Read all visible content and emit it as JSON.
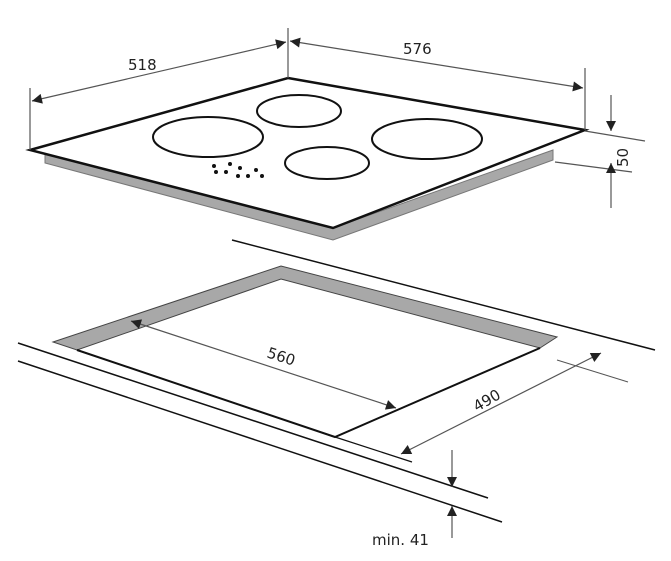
{
  "hob": {
    "width_label": "576",
    "depth_label": "518",
    "height_label": "50",
    "burner_count": 4
  },
  "cutout": {
    "width_label": "560",
    "depth_label": "490",
    "min_thickness_label": "min. 41"
  },
  "colors": {
    "line": "#111111",
    "dimension": "#555555",
    "frame_gray": "#a8a8a8"
  }
}
